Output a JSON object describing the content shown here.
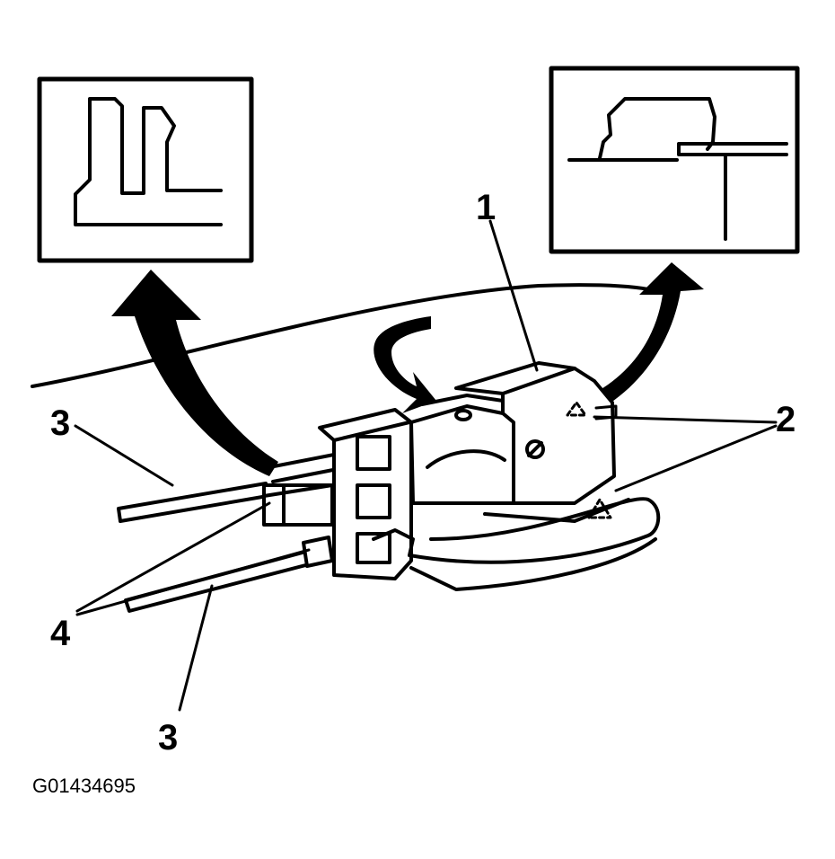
{
  "callouts": {
    "c1": "1",
    "c2": "2",
    "c3_top": "3",
    "c3_bottom": "3",
    "c4": "4"
  },
  "figure_id": "G01434695",
  "colors": {
    "ink": "#000000",
    "paper": "#ffffff"
  }
}
